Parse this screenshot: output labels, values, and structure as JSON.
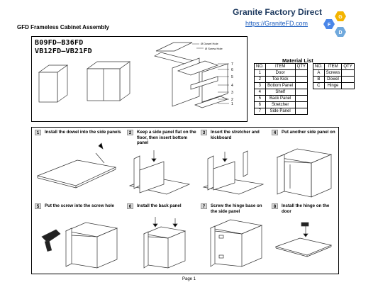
{
  "header": {
    "doc_title": "GFD Frameless Cabinet Assembly",
    "brand_name": "Granite Factory Direct",
    "brand_url": "https://GraniteFD.com",
    "logo_letters": [
      "G",
      "F",
      "D"
    ],
    "logo_colors": [
      "#f4b400",
      "#4a86e8",
      "#6fa8dc"
    ]
  },
  "models": [
    "B09FD–B36FD",
    "VB12FD–VB21FD"
  ],
  "exploded_labels": {
    "dowel_hole": "Ø Dowel Hole",
    "screw_hole": "Ø Screw Hole",
    "numbers": [
      "7",
      "6",
      "5",
      "4",
      "3",
      "2",
      "1"
    ]
  },
  "material_list": {
    "title": "Material List",
    "headers": [
      "NO.",
      "ITEM",
      "QTY",
      "NO.",
      "ITEM",
      "QTY"
    ],
    "rows": [
      {
        "no": "1",
        "item": "Door"
      },
      {
        "no": "2",
        "item": "Toe Kick"
      },
      {
        "no": "3",
        "item": "Bottom Panel"
      },
      {
        "no": "4",
        "item": "Shelf"
      },
      {
        "no": "5",
        "item": "Back Panel"
      },
      {
        "no": "6",
        "item": "Stretcher"
      },
      {
        "no": "7",
        "item": "Side Panel"
      }
    ],
    "hardware": [
      {
        "no": "A",
        "item": "Screws"
      },
      {
        "no": "B",
        "item": "Dowel"
      },
      {
        "no": "C",
        "item": "Hinge"
      }
    ]
  },
  "steps": [
    {
      "num": "1",
      "text": "Install the dowel into the side panels"
    },
    {
      "num": "2",
      "text": "Keep a side panel flat on the floor, then insert bottom panel"
    },
    {
      "num": "3",
      "text": "Insert the stretcher and kickboard"
    },
    {
      "num": "4",
      "text": "Put another side panel on"
    },
    {
      "num": "5",
      "text": "Put the screw into the screw hole"
    },
    {
      "num": "6",
      "text": "Install the back panel"
    },
    {
      "num": "7",
      "text": "Screw the hinge base on the side panel"
    },
    {
      "num": "8",
      "text": "Install the hinge on the door"
    }
  ],
  "footer": {
    "page": "Page 1"
  }
}
